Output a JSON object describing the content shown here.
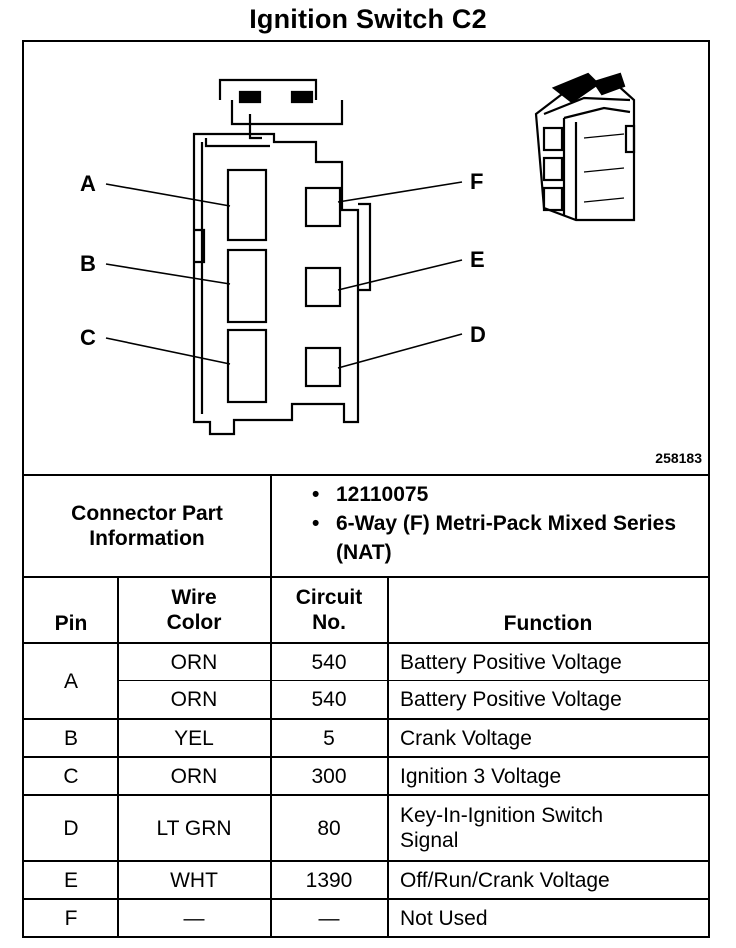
{
  "title": "Ignition Switch C2",
  "figure_number": "258183",
  "pin_callouts": [
    "A",
    "B",
    "C",
    "D",
    "E",
    "F"
  ],
  "connector_info": {
    "label": "Connector Part Information",
    "items": [
      "12110075",
      "6-Way (F) Metri-Pack Mixed Series (NAT)"
    ]
  },
  "table": {
    "headers": {
      "pin": "Pin",
      "wire_color": "Wire Color",
      "circuit_no": "Circuit No.",
      "function": "Function"
    },
    "rows": [
      {
        "pin": "A",
        "wire_color": "ORN",
        "circuit": "540",
        "function": "Battery Positive Voltage"
      },
      {
        "pin": "",
        "wire_color": "ORN",
        "circuit": "540",
        "function": "Battery Positive Voltage"
      },
      {
        "pin": "B",
        "wire_color": "YEL",
        "circuit": "5",
        "function": "Crank Voltage"
      },
      {
        "pin": "C",
        "wire_color": "ORN",
        "circuit": "300",
        "function": "Ignition 3 Voltage"
      },
      {
        "pin": "D",
        "wire_color": "LT GRN",
        "circuit": "80",
        "function": "Key-In-Ignition Switch Signal"
      },
      {
        "pin": "E",
        "wire_color": "WHT",
        "circuit": "1390",
        "function": "Off/Run/Crank Voltage"
      },
      {
        "pin": "F",
        "wire_color": "—",
        "circuit": "—",
        "function": "Not Used"
      }
    ]
  }
}
